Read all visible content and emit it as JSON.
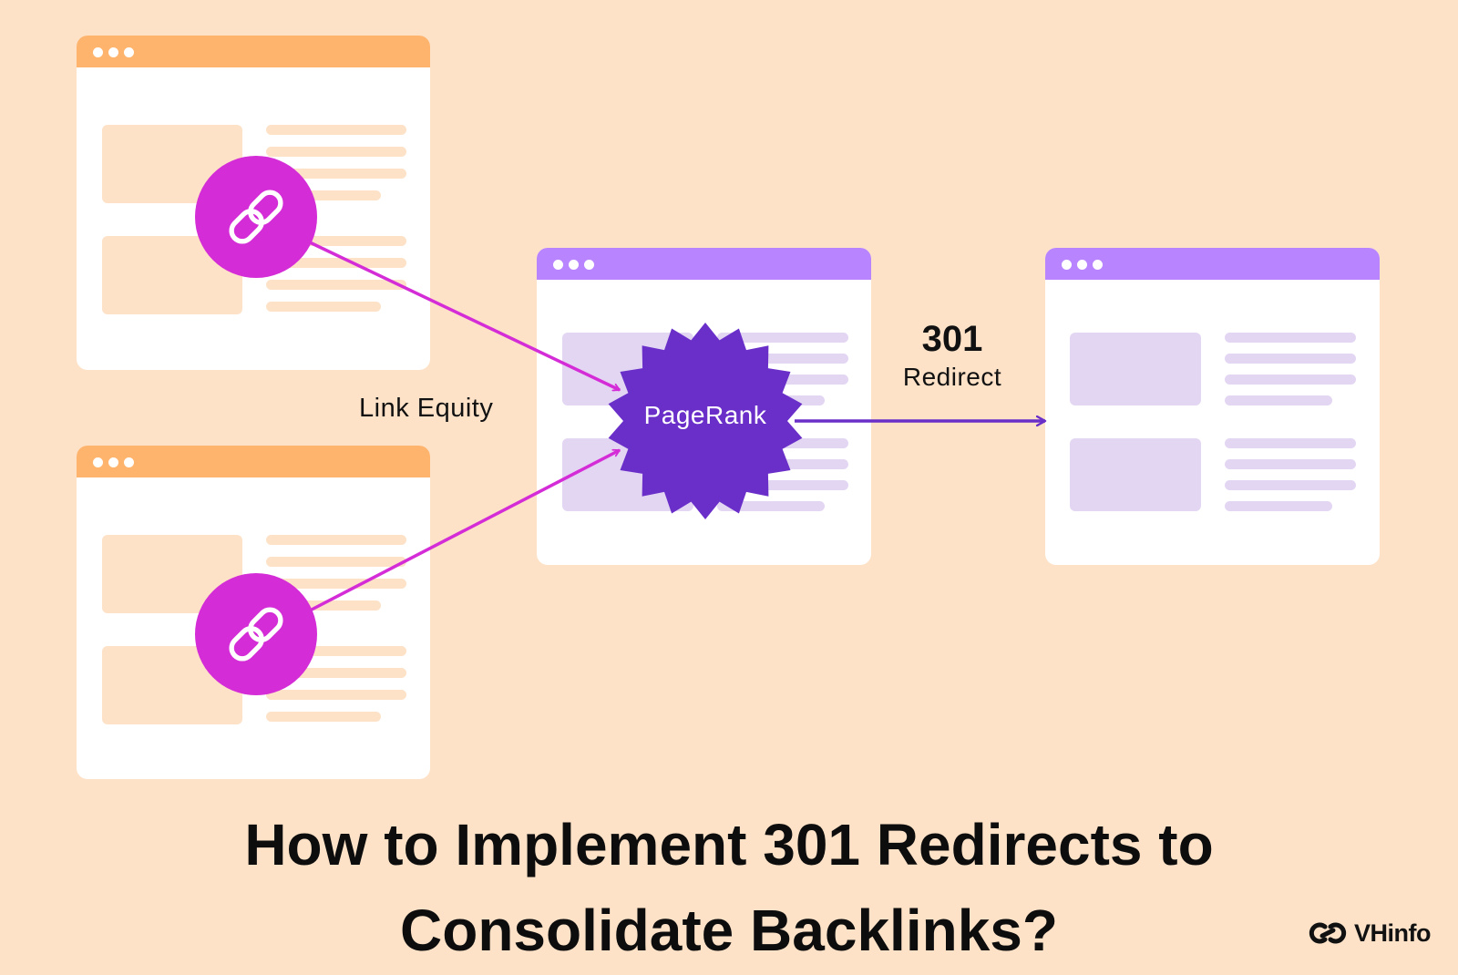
{
  "colors": {
    "background": "#fde2c8",
    "source_bar": "#ffb46e",
    "source_placeholder": "#fde2c8",
    "target_bar": "#b884ff",
    "target_placeholder": "#e3d6f3",
    "link_badge": "#d42cd6",
    "pagerank_badge": "#6a2fc9",
    "equity_arrow": "#d42cd6",
    "redirect_arrow": "#6a2fc9"
  },
  "icons": {
    "source_badge": "chain-link-icon",
    "brand_logo": "chain-link-icon"
  },
  "labels": {
    "link_equity": "Link Equity",
    "redirect_code": "301",
    "redirect_word": "Redirect",
    "pagerank": "PageRank"
  },
  "title": {
    "line1": "How to Implement 301 Redirects to",
    "line2": "Consolidate Backlinks?"
  },
  "brand": {
    "name": "VHinfo"
  }
}
